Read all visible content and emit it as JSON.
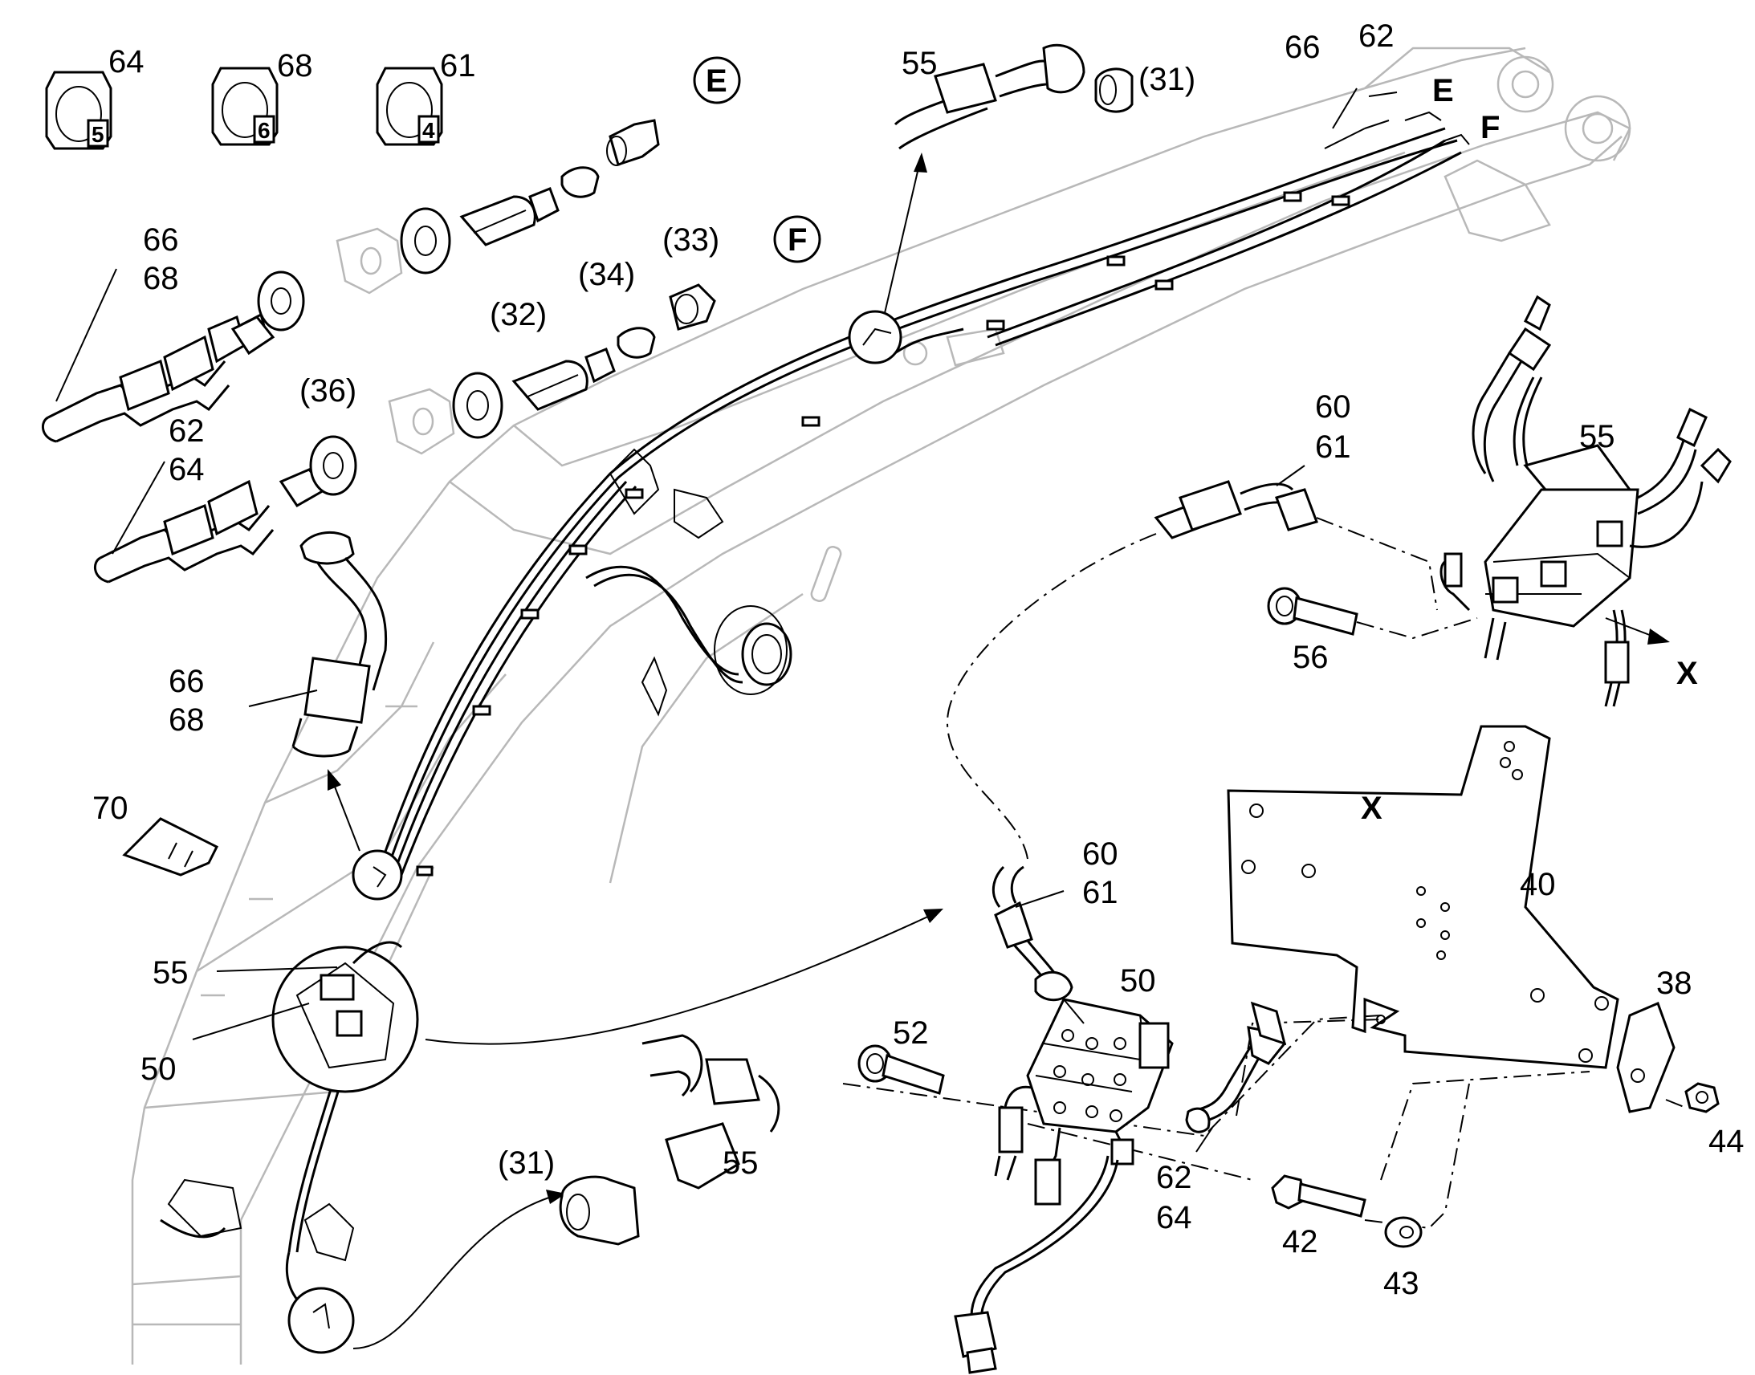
{
  "callouts": {
    "c64_top": "64",
    "c68_top": "68",
    "c61_top": "61",
    "e_letter": "E",
    "f_letter": "F",
    "c66_a": "66",
    "c68_a": "68",
    "c62_a": "62",
    "c64_a": "64",
    "c32": "(32)",
    "c34": "(34)",
    "c33": "(33)",
    "c36": "(36)",
    "c66_b": "66",
    "c68_b": "68",
    "c70": "70",
    "c55_a": "55",
    "c50_a": "50",
    "c55_top": "55",
    "c31_top": "(31)",
    "c66_boom": "66",
    "c62_boom": "62",
    "e_boom": "E",
    "f_boom": "F",
    "c60_a": "60",
    "c61_a": "61",
    "c55_valve": "55",
    "c56": "56",
    "x_a": "X",
    "x_b": "X",
    "c40": "40",
    "c60_b": "60",
    "c61_b": "61",
    "c50_b": "50",
    "c52": "52",
    "c38": "38",
    "c44": "44",
    "c62_b": "62",
    "c64_b": "64",
    "c42": "42",
    "c43": "43",
    "c31_bottom": "(31)",
    "c55_bottom": "55"
  },
  "caps": [
    {
      "label": "5",
      "name": "cap-5"
    },
    {
      "label": "6",
      "name": "cap-6"
    },
    {
      "label": "4",
      "name": "cap-4"
    }
  ]
}
